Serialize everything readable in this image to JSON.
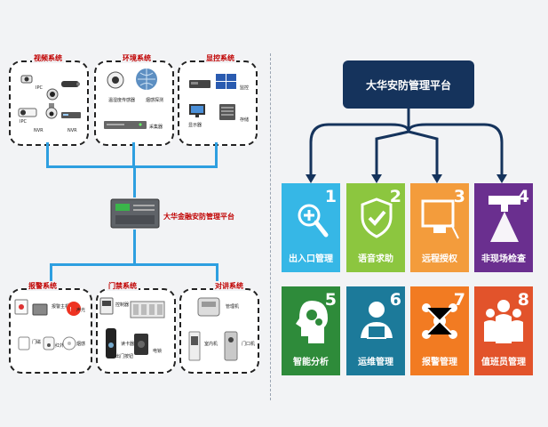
{
  "left": {
    "top_systems": [
      {
        "title": "视频系统",
        "labels": [
          "IPC",
          "IPC",
          "NVR",
          "NVR"
        ]
      },
      {
        "title": "环境系统",
        "labels": [
          "温湿度传感器",
          "烟感探测",
          "采集器"
        ]
      },
      {
        "title": "显控系统",
        "labels": [
          "监控",
          "显示器",
          "存储"
        ]
      }
    ],
    "center_platform_label": "大华金融安防管理平台",
    "bottom_systems": [
      {
        "title": "报警系统",
        "labels": [
          "报警主机",
          "声光",
          "门磁",
          "红外",
          "烟感"
        ]
      },
      {
        "title": "门禁系统",
        "labels": [
          "控制器",
          "读卡器",
          "出门按钮",
          "电锁"
        ]
      },
      {
        "title": "对讲系统",
        "labels": [
          "管理机",
          "室内机",
          "门口机"
        ]
      }
    ]
  },
  "right": {
    "platform_title": "大华安防管理平台",
    "tiles": [
      {
        "number": "1",
        "label": "出入口管理",
        "color": "#36b7e6"
      },
      {
        "number": "2",
        "label": "语音求助",
        "color": "#8cc63f"
      },
      {
        "number": "3",
        "label": "远程授权",
        "color": "#f39c3c"
      },
      {
        "number": "4",
        "label": "非现场检查",
        "color": "#6a2f8f"
      },
      {
        "number": "5",
        "label": "智能分析",
        "color": "#2e8b3a"
      },
      {
        "number": "6",
        "label": "运维管理",
        "color": "#1c7a9a"
      },
      {
        "number": "7",
        "label": "报警管理",
        "color": "#f27b22"
      },
      {
        "number": "8",
        "label": "值班员管理",
        "color": "#e2532b"
      }
    ]
  }
}
